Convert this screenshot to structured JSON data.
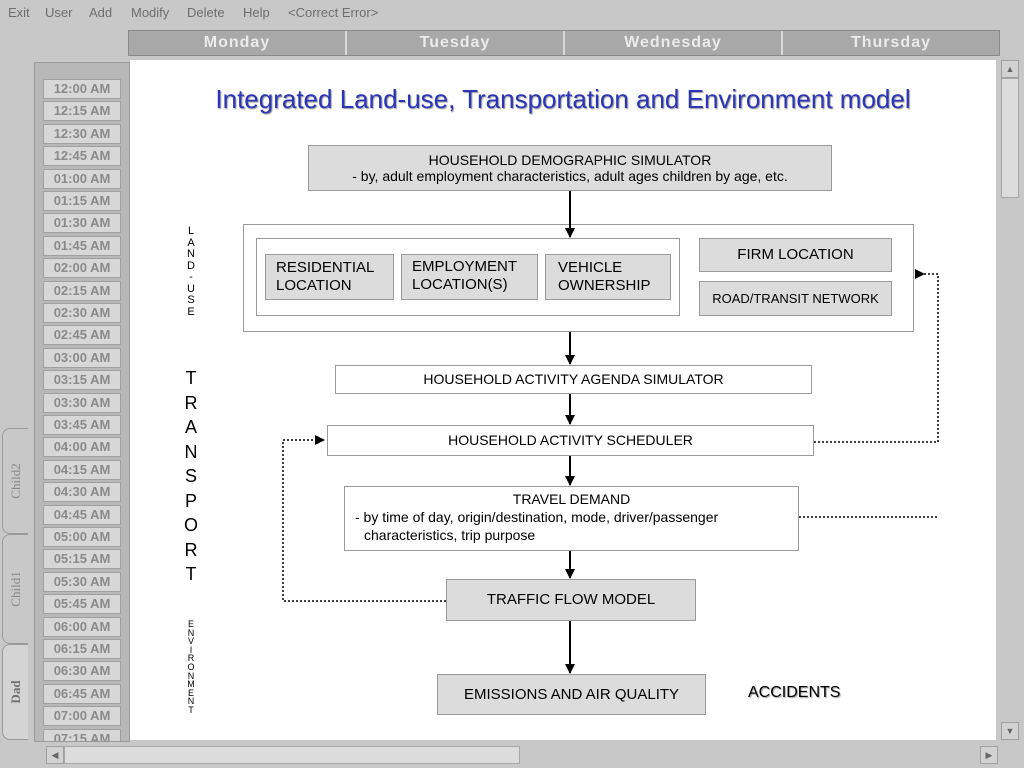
{
  "menu": {
    "items": [
      "Exit",
      "User",
      "Add",
      "Modify",
      "Delete",
      "Help",
      "<Correct Error>"
    ]
  },
  "days": [
    "Monday",
    "Tuesday",
    "Wednesday",
    "Thursday"
  ],
  "time_slots": [
    "12:00 AM",
    "12:15 AM",
    "12:30 AM",
    "12:45 AM",
    "01:00 AM",
    "01:15 AM",
    "01:30 AM",
    "01:45 AM",
    "02:00 AM",
    "02:15 AM",
    "02:30 AM",
    "02:45 AM",
    "03:00 AM",
    "03:15 AM",
    "03:30 AM",
    "03:45 AM",
    "04:00 AM",
    "04:15 AM",
    "04:30 AM",
    "04:45 AM",
    "05:00 AM",
    "05:15 AM",
    "05:30 AM",
    "05:45 AM",
    "06:00 AM",
    "06:15 AM",
    "06:30 AM",
    "06:45 AM",
    "07:00 AM",
    "07:15 AM"
  ],
  "person_tabs": [
    "Child2",
    "Child1",
    "Dad"
  ],
  "diagram": {
    "title": "Integrated Land-use, Transportation and Environment model",
    "household_demographic": {
      "line1": "HOUSEHOLD DEMOGRAPHIC SIMULATOR",
      "line2": "- by, adult employment characteristics, adult ages children by age, etc."
    },
    "residential": {
      "line1": "RESIDENTIAL",
      "line2": "LOCATION"
    },
    "employment": {
      "line1": "EMPLOYMENT",
      "line2": "LOCATION(S)"
    },
    "vehicle": {
      "line1": "VEHICLE",
      "line2": "OWNERSHIP"
    },
    "firm_location": "FIRM LOCATION",
    "road_transit": "ROAD/TRANSIT NETWORK",
    "activity_agenda": "HOUSEHOLD  ACTIVITY AGENDA SIMULATOR",
    "activity_scheduler": "HOUSEHOLD ACTIVITY  SCHEDULER",
    "travel_demand": {
      "line1": "TRAVEL DEMAND",
      "line2": "- by  time of day,  origin/destination, mode, driver/passenger",
      "line3": "characteristics, trip purpose"
    },
    "traffic_flow": "TRAFFIC FLOW MODEL",
    "emissions": "EMISSIONS AND AIR QUALITY",
    "accidents": "ACCIDENTS",
    "side_labels": {
      "land_use": [
        "L",
        "A",
        "N",
        "D",
        "-",
        "U",
        "S",
        "E"
      ],
      "transport": [
        "T",
        "R",
        "A",
        "N",
        "S",
        "P",
        "O",
        "R",
        "T"
      ],
      "environment": [
        "E",
        "N",
        "V",
        "I",
        "R",
        "O",
        "N",
        "M",
        "E",
        "N",
        "T"
      ]
    }
  },
  "colors": {
    "title": "#2a35b8",
    "box_fill": "#dcdcdc",
    "chrome": "#c8c8c8"
  }
}
